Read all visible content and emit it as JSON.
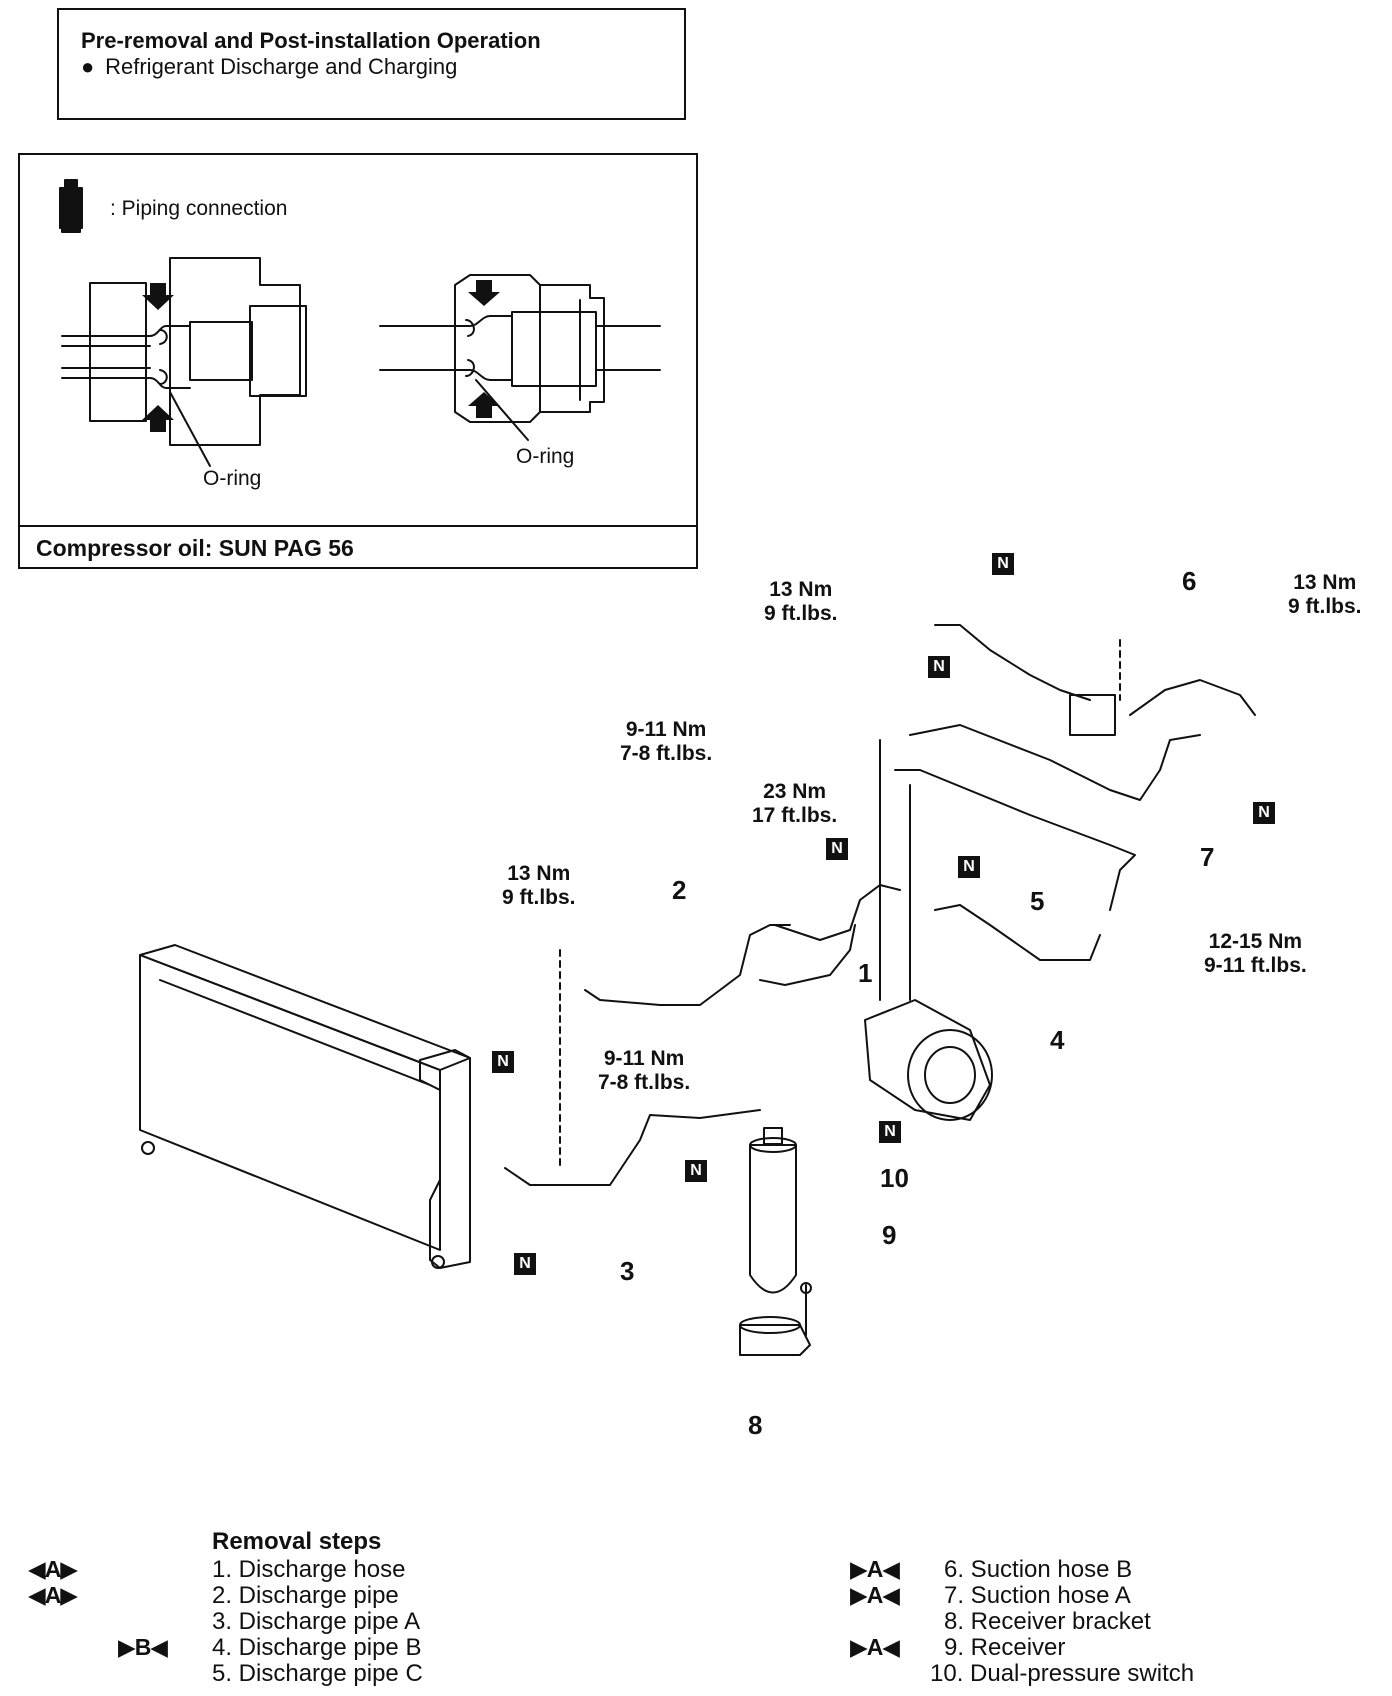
{
  "pre_removal": {
    "title": "Pre-removal and Post-installation Operation",
    "bullet": "●",
    "item": "Refrigerant Discharge and Charging"
  },
  "detail": {
    "legend": ": Piping connection",
    "oring_left": "O-ring",
    "oring_right": "O-ring",
    "oil": "Compressor oil: SUN PAG 56"
  },
  "torques": [
    {
      "line1": "13 Nm",
      "line2": "9 ft.lbs."
    },
    {
      "line1": "13 Nm",
      "line2": "9 ft.lbs."
    },
    {
      "line1": "9-11 Nm",
      "line2": "7-8 ft.lbs."
    },
    {
      "line1": "23 Nm",
      "line2": "17 ft.lbs."
    },
    {
      "line1": "13 Nm",
      "line2": "9 ft.lbs."
    },
    {
      "line1": "12-15 Nm",
      "line2": "9-11 ft.lbs."
    },
    {
      "line1": "9-11 Nm",
      "line2": "7-8 ft.lbs."
    }
  ],
  "callouts": [
    "1",
    "2",
    "3",
    "4",
    "5",
    "6",
    "7",
    "8",
    "9",
    "10"
  ],
  "n_badge": "N",
  "removal": {
    "title": "Removal steps",
    "steps_left": [
      {
        "mark": "◀A▶",
        "label": "1. Discharge hose"
      },
      {
        "mark": "◀A▶",
        "label": "2. Discharge pipe"
      },
      {
        "mark": "",
        "label": "3. Discharge pipe A"
      },
      {
        "mark": "▶B◀",
        "label": "4. Discharge pipe B"
      },
      {
        "mark": "",
        "label": "5. Discharge pipe C"
      }
    ],
    "steps_right": [
      {
        "mark": "▶A◀",
        "label": "6. Suction hose B"
      },
      {
        "mark": "▶A◀",
        "label": "7. Suction hose A"
      },
      {
        "mark": "",
        "label": "8. Receiver bracket"
      },
      {
        "mark": "▶A◀",
        "label": "9. Receiver"
      },
      {
        "mark": "",
        "label": "10. Dual-pressure switch"
      }
    ]
  }
}
